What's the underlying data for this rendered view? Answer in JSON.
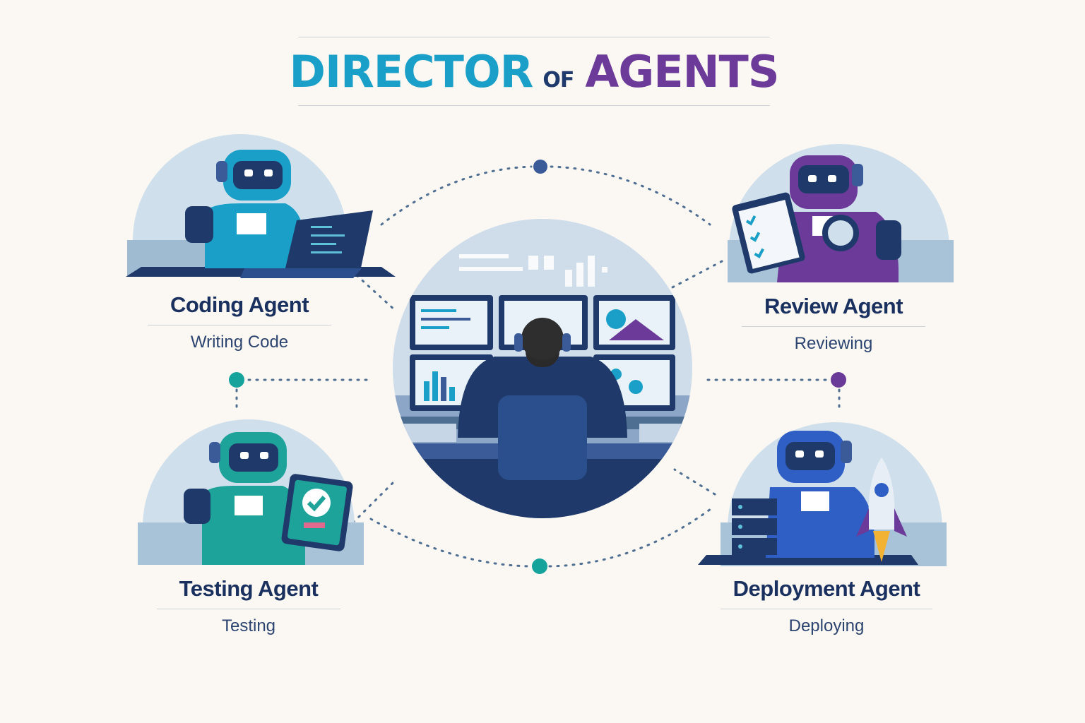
{
  "title": {
    "part1": "DIRECTOR",
    "part2": "OF",
    "part3": "AGENTS"
  },
  "colors": {
    "background": "#fbf8f3",
    "teal": "#1aa0c8",
    "purple": "#6c3a98",
    "navy": "#1a3160",
    "blue": "#2f5fc4",
    "green": "#1ea39a"
  },
  "agents": [
    {
      "name": "Coding Agent",
      "status": "Writing Code",
      "icon": "laptop-icon"
    },
    {
      "name": "Review Agent",
      "status": "Reviewing",
      "icon": "clipboard-icon"
    },
    {
      "name": "Testing Agent",
      "status": "Testing",
      "icon": "tablet-check-icon"
    },
    {
      "name": "Deployment Agent",
      "status": "Deploying",
      "icon": "rocket-icon"
    }
  ],
  "director": {
    "icon": "director-at-monitors-icon"
  }
}
